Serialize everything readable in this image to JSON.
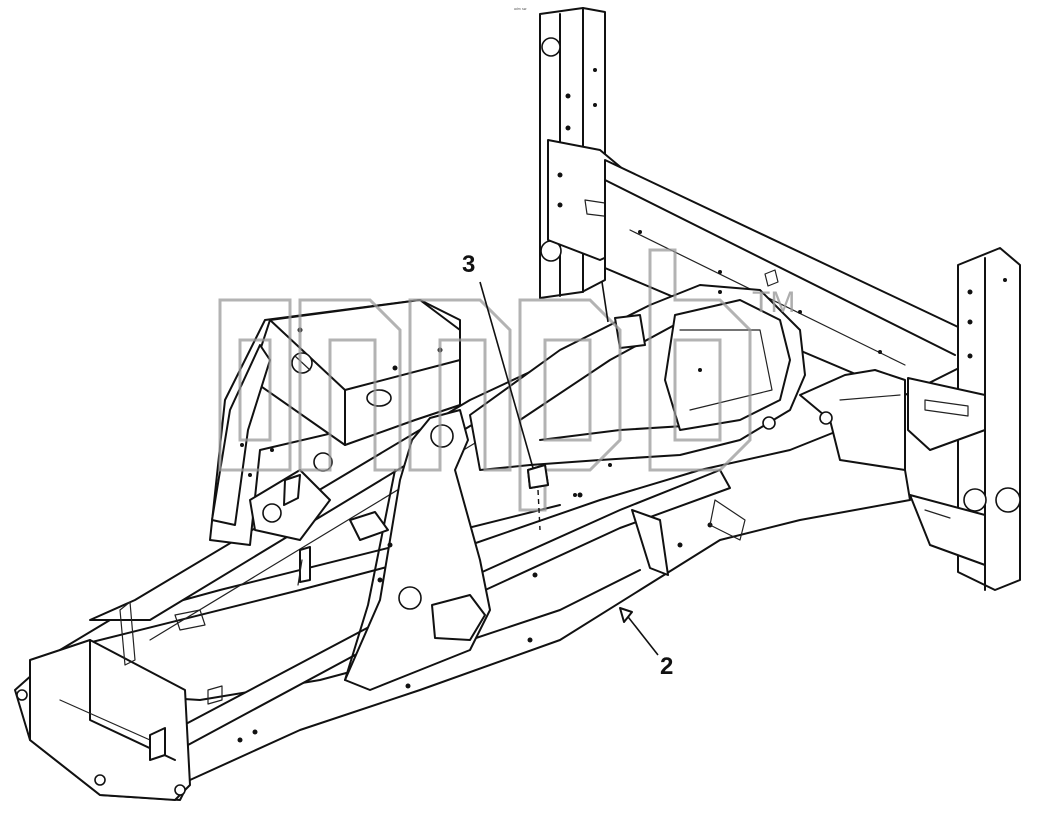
{
  "callouts": [
    {
      "label": "3"
    },
    {
      "label": "2"
    }
  ],
  "header_note": "ᵃᵈᵐ ˢᵉʳ",
  "watermark": {
    "trademark": "TM"
  }
}
